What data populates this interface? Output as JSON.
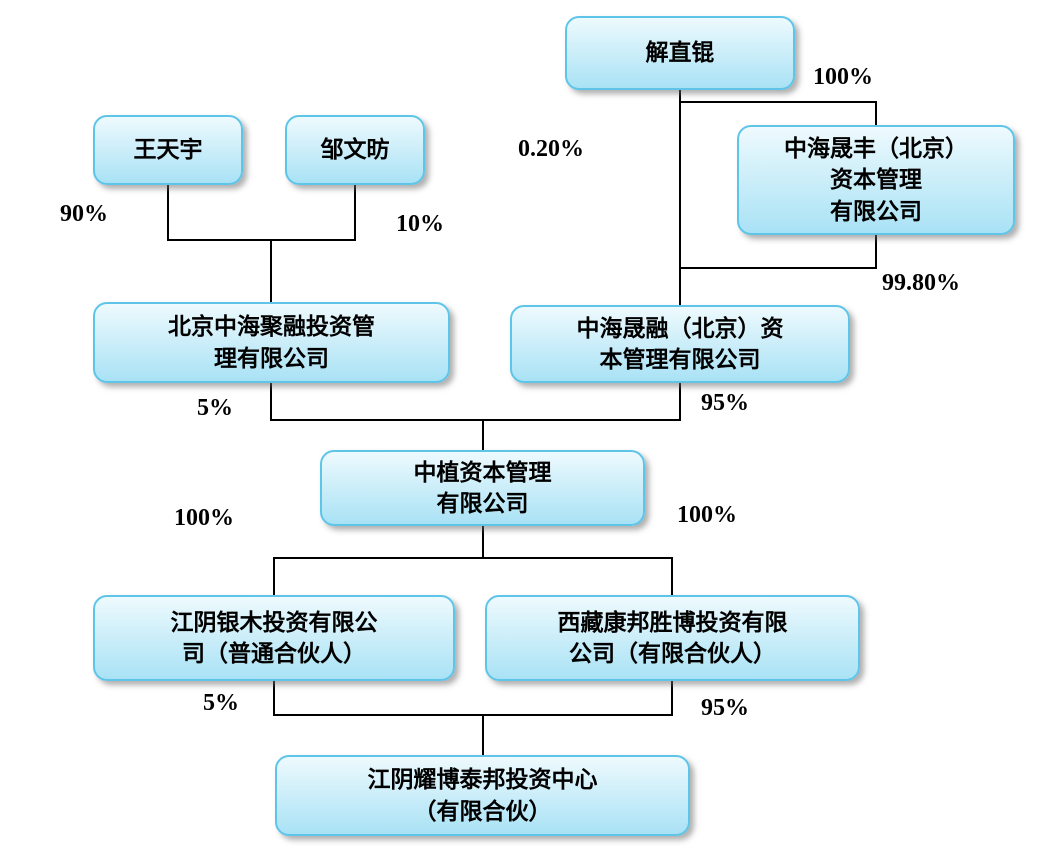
{
  "diagram_type": "equity-ownership-structure",
  "nodes": {
    "xie_zhikun": {
      "label": "解直锟"
    },
    "wang_tianyu": {
      "label": "王天宇"
    },
    "zou_wenfang": {
      "label": "邹文昉"
    },
    "zhonghai_shengfeng": {
      "label": "中海晟丰（北京）\n资本管理\n有限公司"
    },
    "beijing_zhonghai_jurong": {
      "label": "北京中海聚融投资管\n理有限公司"
    },
    "zhonghai_shengrong": {
      "label": "中海晟融（北京）资\n本管理有限公司"
    },
    "zhongzhi_capital": {
      "label": "中植资本管理\n有限公司"
    },
    "jiangyin_yinmu": {
      "label": "江阴银木投资有限公\n司（普通合伙人）"
    },
    "xizang_kangbang": {
      "label": "西藏康邦胜博投资有限\n公司（有限合伙人）"
    },
    "jiangyin_yaobo": {
      "label": "江阴耀博泰邦投资中心\n（有限合伙）"
    }
  },
  "ownership": {
    "xie_to_shengfeng": "100%",
    "xie_to_shengrong": "0.20%",
    "wang_to_jurong": "90%",
    "zou_to_jurong": "10%",
    "shengfeng_to_shengrong": "99.80%",
    "jurong_to_zhongzhi": "5%",
    "shengrong_to_zhongzhi": "95%",
    "zhongzhi_to_yinmu": "100%",
    "zhongzhi_to_kangbang": "100%",
    "yinmu_to_yaobo": "5%",
    "kangbang_to_yaobo": "95%"
  },
  "colors": {
    "box_fill_top": "#eefafe",
    "box_fill_bottom": "#a9e2f5",
    "box_border": "#5ec5e9",
    "line": "#000000",
    "text": "#000000"
  }
}
